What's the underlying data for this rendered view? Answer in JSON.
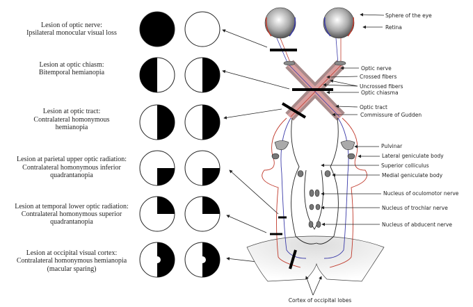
{
  "lesions": [
    {
      "lines": [
        "Lesion of optic nerve:",
        "Ipsilateral monocular visual loss"
      ]
    },
    {
      "lines": [
        "Lesion at optic chiasm:",
        "Bitemporal hemianopia"
      ]
    },
    {
      "lines": [
        "Lesion at optic tract:",
        "Contralateral homonymous",
        "hemianopia"
      ]
    },
    {
      "lines": [
        "Lesion at parietal upper optic radiation:",
        "Contralateral homonymous inferior",
        "quadrantanopia"
      ]
    },
    {
      "lines": [
        "Lesion at temporal lower optic radiation:",
        "Contralateral homonymous superior",
        "quadrantanopia"
      ]
    },
    {
      "lines": [
        "Lesion at occipital visual cortex:",
        "Contralateral homonymous hemianopia",
        "(macular sparing)"
      ]
    }
  ],
  "anatomy_labels": {
    "sphere": "Sphere of the eye",
    "retina": "Retina",
    "optic_nerve": "Optic nerve",
    "crossed": "Crossed fibers",
    "uncrossed": "Uncrossed fibers",
    "chiasma": "Optic chiasma",
    "tract": "Optic tract",
    "gudden": "Commissure of Gudden",
    "pulvinar": "Pulvinar",
    "lgb": "Lateral geniculate body",
    "sc": "Superior colliculus",
    "mgb": "Medial geniculate body",
    "oculomotor": "Nucleus of oculomotor nerve",
    "trochlar": "Nucleus of trochlar nerve",
    "abducent": "Nucleus of abducent nerve",
    "cortex": "Cortex of occipital lobes"
  },
  "colors": {
    "crossed": "#c0392b",
    "uncrossed": "#3a3aa8",
    "tract": "#b89a9a"
  }
}
